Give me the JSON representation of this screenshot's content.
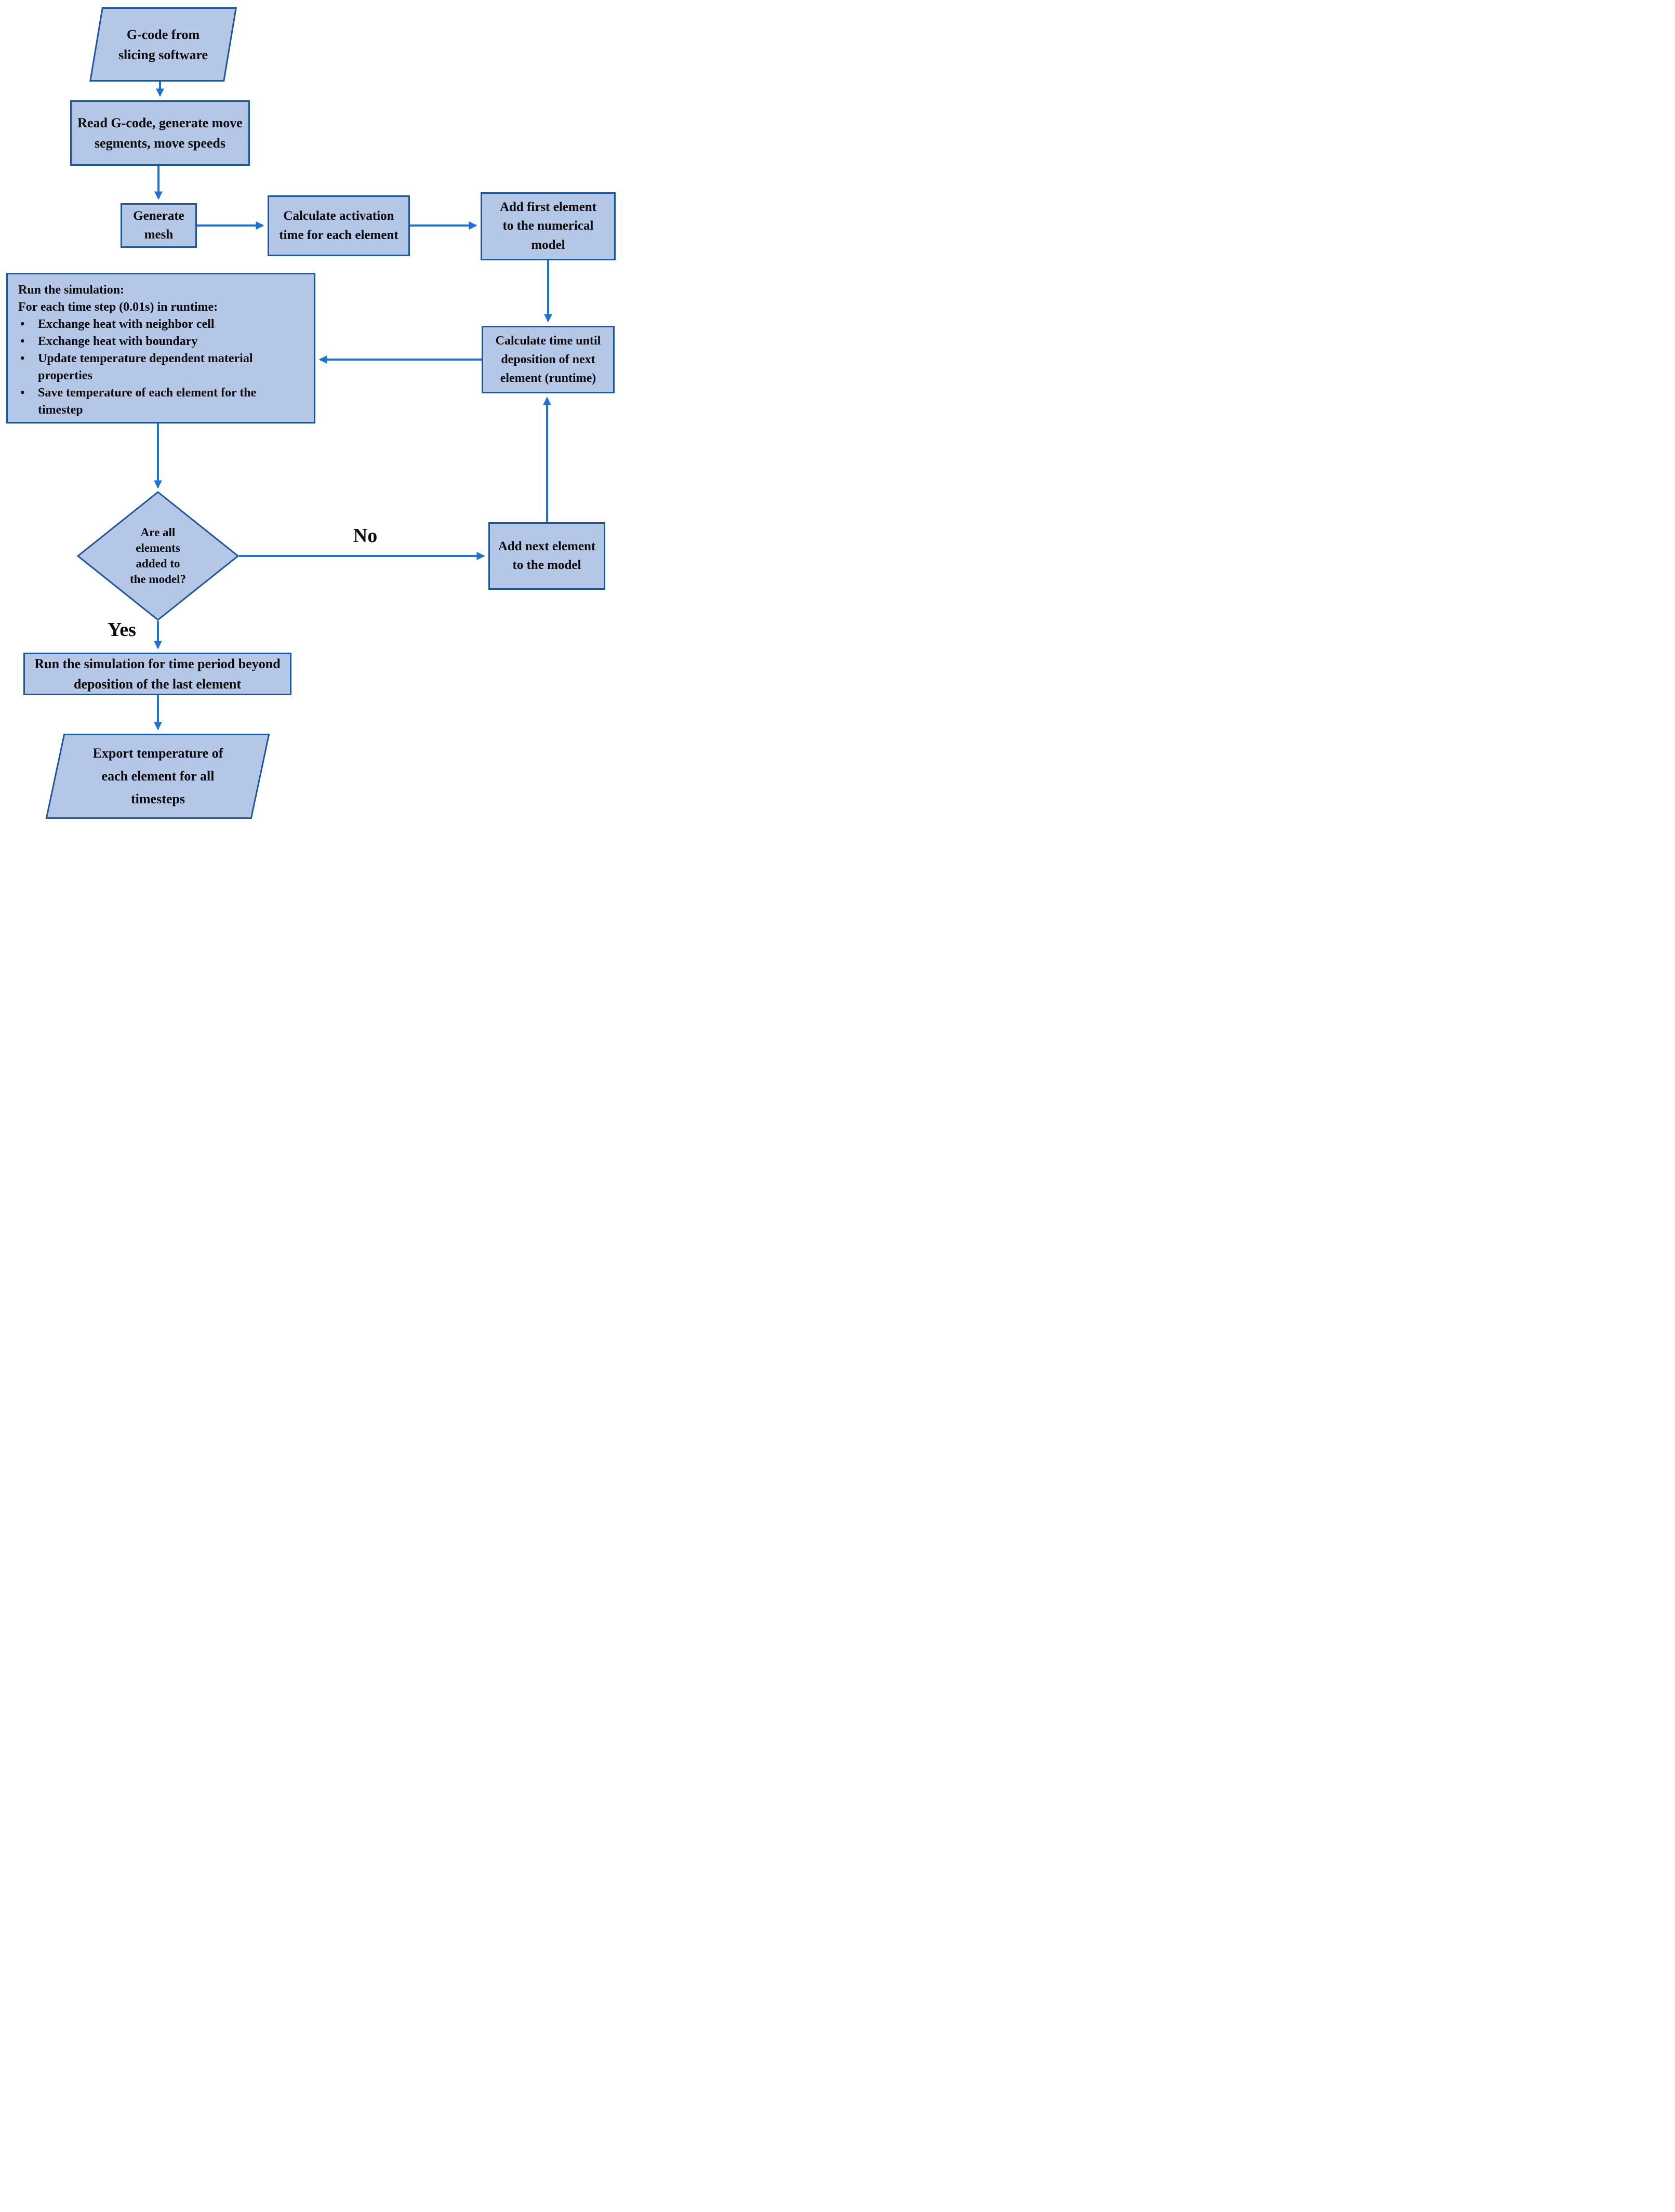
{
  "colors": {
    "shape_fill": "#b4c7e7",
    "shape_border": "#1e5799",
    "arrow": "#1e73d2",
    "text": "#0b0b0b"
  },
  "nodes": {
    "start": {
      "text": "G-code from slicing software"
    },
    "read_gcode": {
      "text": "Read G-code, generate move segments, move speeds"
    },
    "generate_mesh": {
      "text": "Generate mesh"
    },
    "calc_activation": {
      "text": "Calculate activation time for each element"
    },
    "add_first": {
      "text": "Add first element to the numerical model"
    },
    "calc_time": {
      "text": "Calculate time until deposition of next element (runtime)"
    },
    "run_sim": {
      "intro_lines": [
        "Run the simulation:",
        "For each time step (0.01s) in runtime:"
      ],
      "bullet_glyph": "•",
      "bullets": [
        "Exchange heat with neighbor cell",
        "Exchange heat with boundary",
        "Update temperature dependent material properties",
        "Save temperature of each element for the timestep"
      ]
    },
    "decision": {
      "text": "Are all elements added to the model?"
    },
    "add_next": {
      "text": "Add next element to the model"
    },
    "run_beyond": {
      "text": "Run the simulation for time period beyond deposition of the last element"
    },
    "export": {
      "text": "Export temperature of each element for all timesteps"
    }
  },
  "edge_labels": {
    "no": "No",
    "yes": "Yes"
  }
}
